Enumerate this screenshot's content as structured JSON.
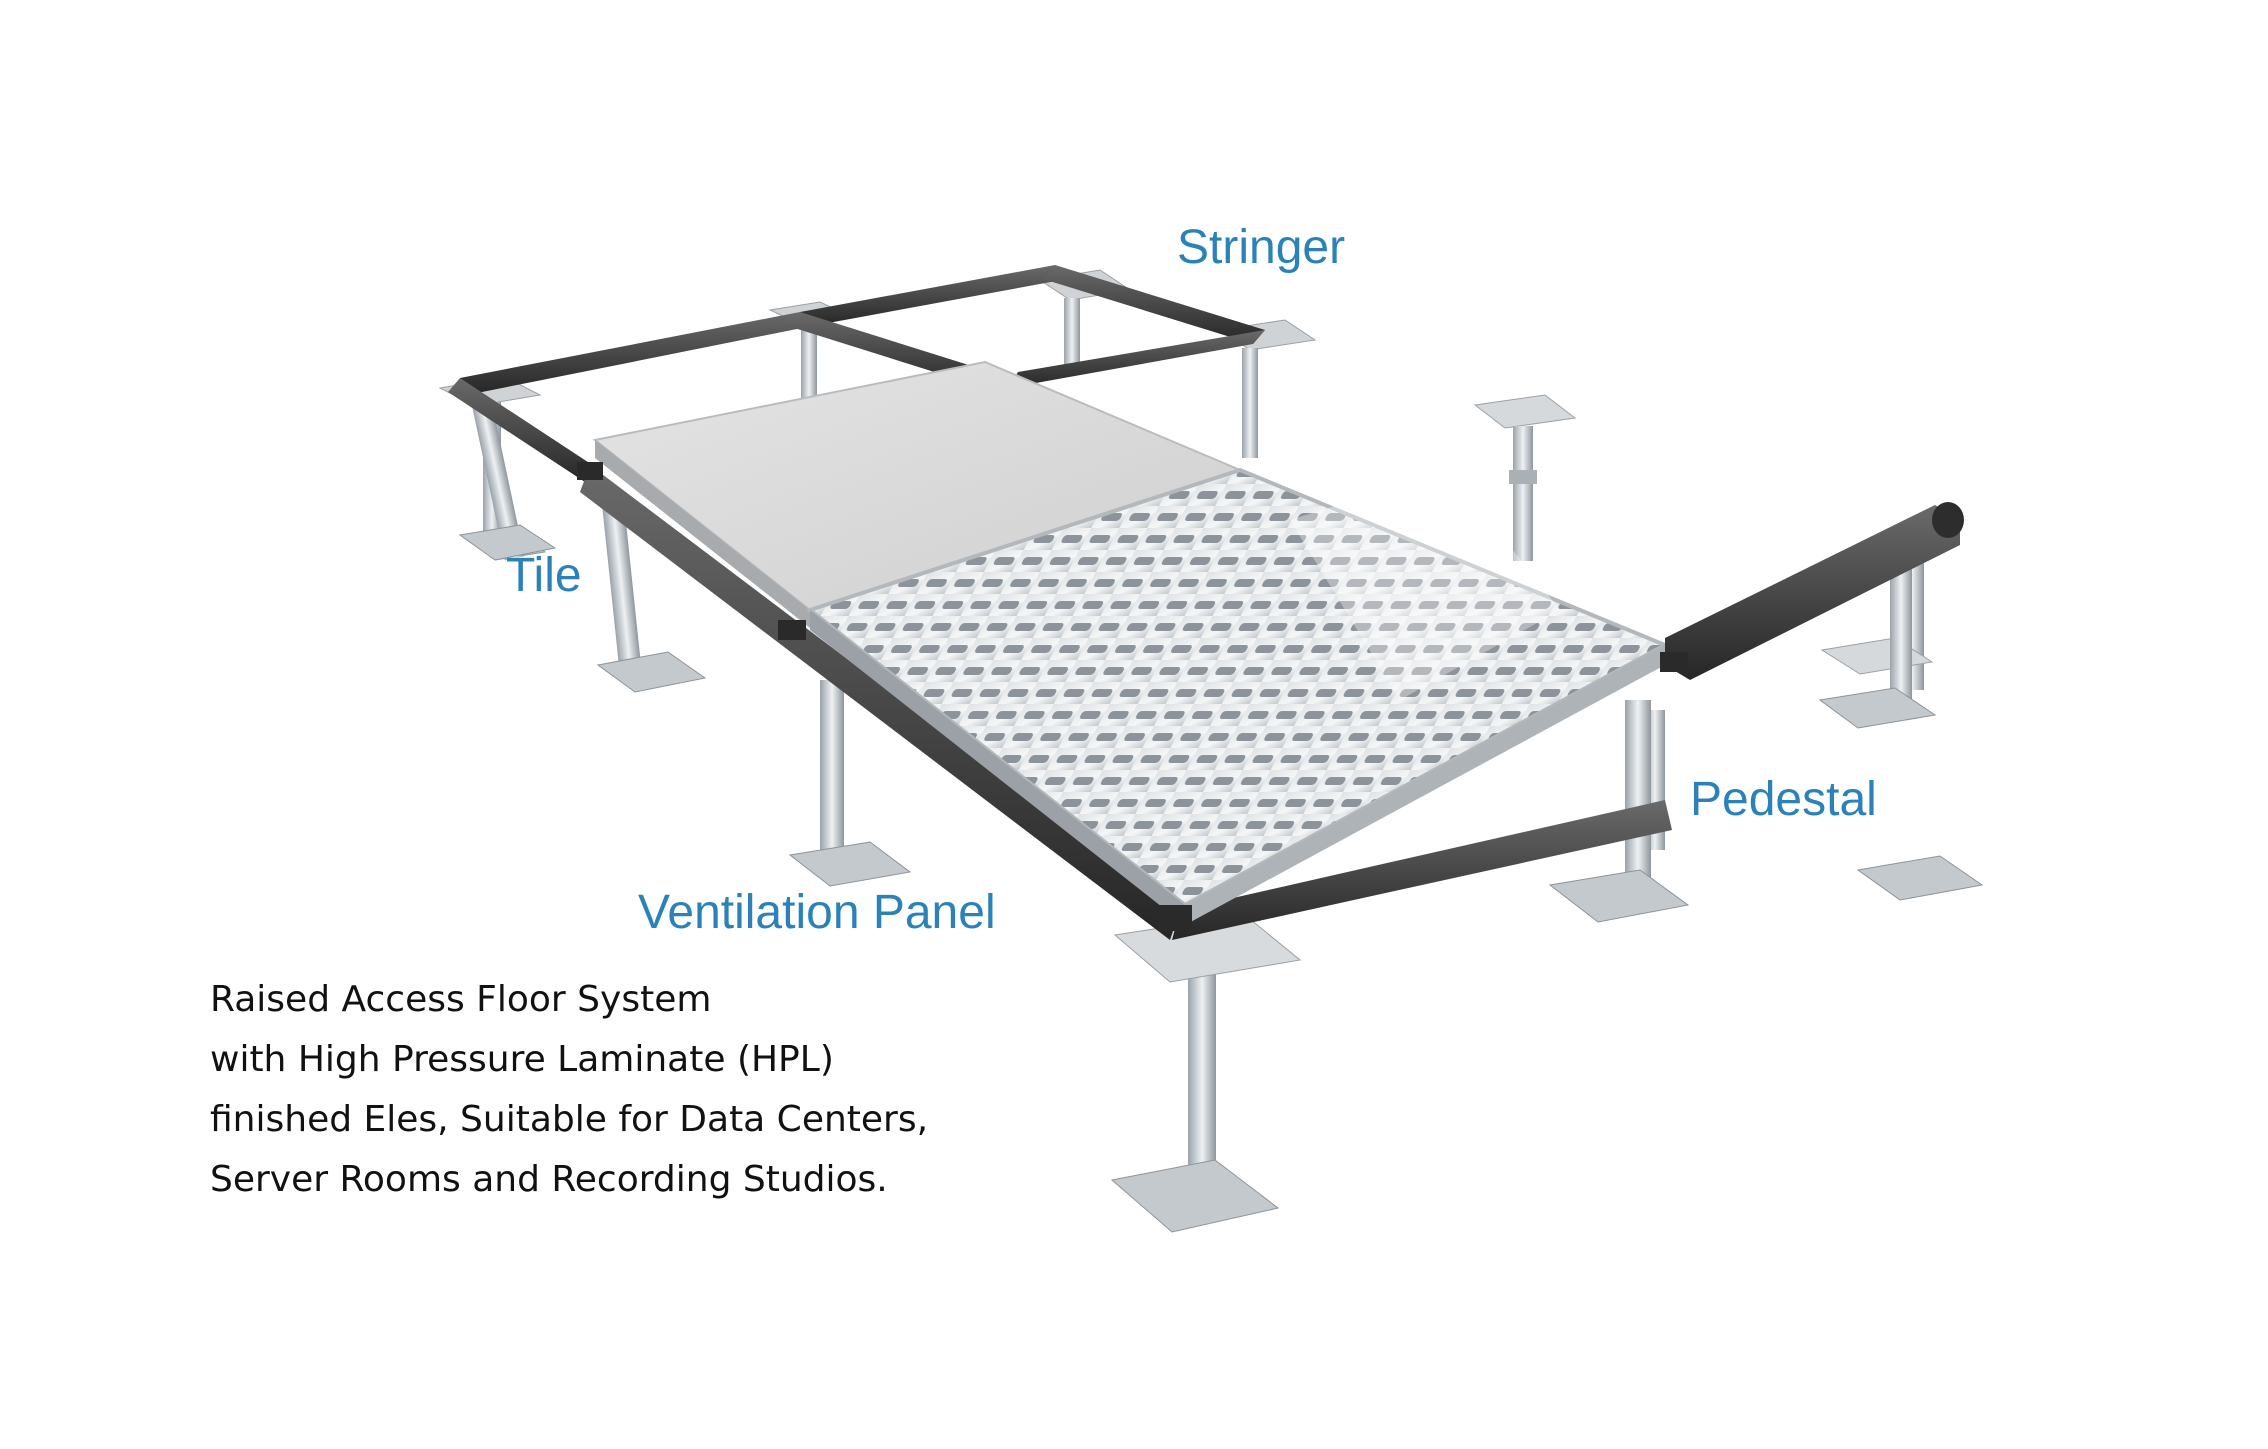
{
  "colors": {
    "callout": "#2a82b8",
    "body_text": "#111111",
    "stringer": "#3a3a3a",
    "tile_top": "#dcdcdc",
    "pedestal": "#b8bec4",
    "grate": "#c9cdd1"
  },
  "callouts": {
    "stringer": "Stringer",
    "tile": "Tile",
    "pedestal": "Pedestal",
    "ventilation_panel": "Ventilation Panel"
  },
  "description": {
    "lines": [
      "Raised Access Floor System",
      "with High Pressure Laminate (HPL)",
      "finished Eles, Suitable for Data Centers,",
      "Server Rooms and Recording Studios."
    ]
  },
  "icons": {
    "illustration": "raised-access-floor-illustration"
  }
}
